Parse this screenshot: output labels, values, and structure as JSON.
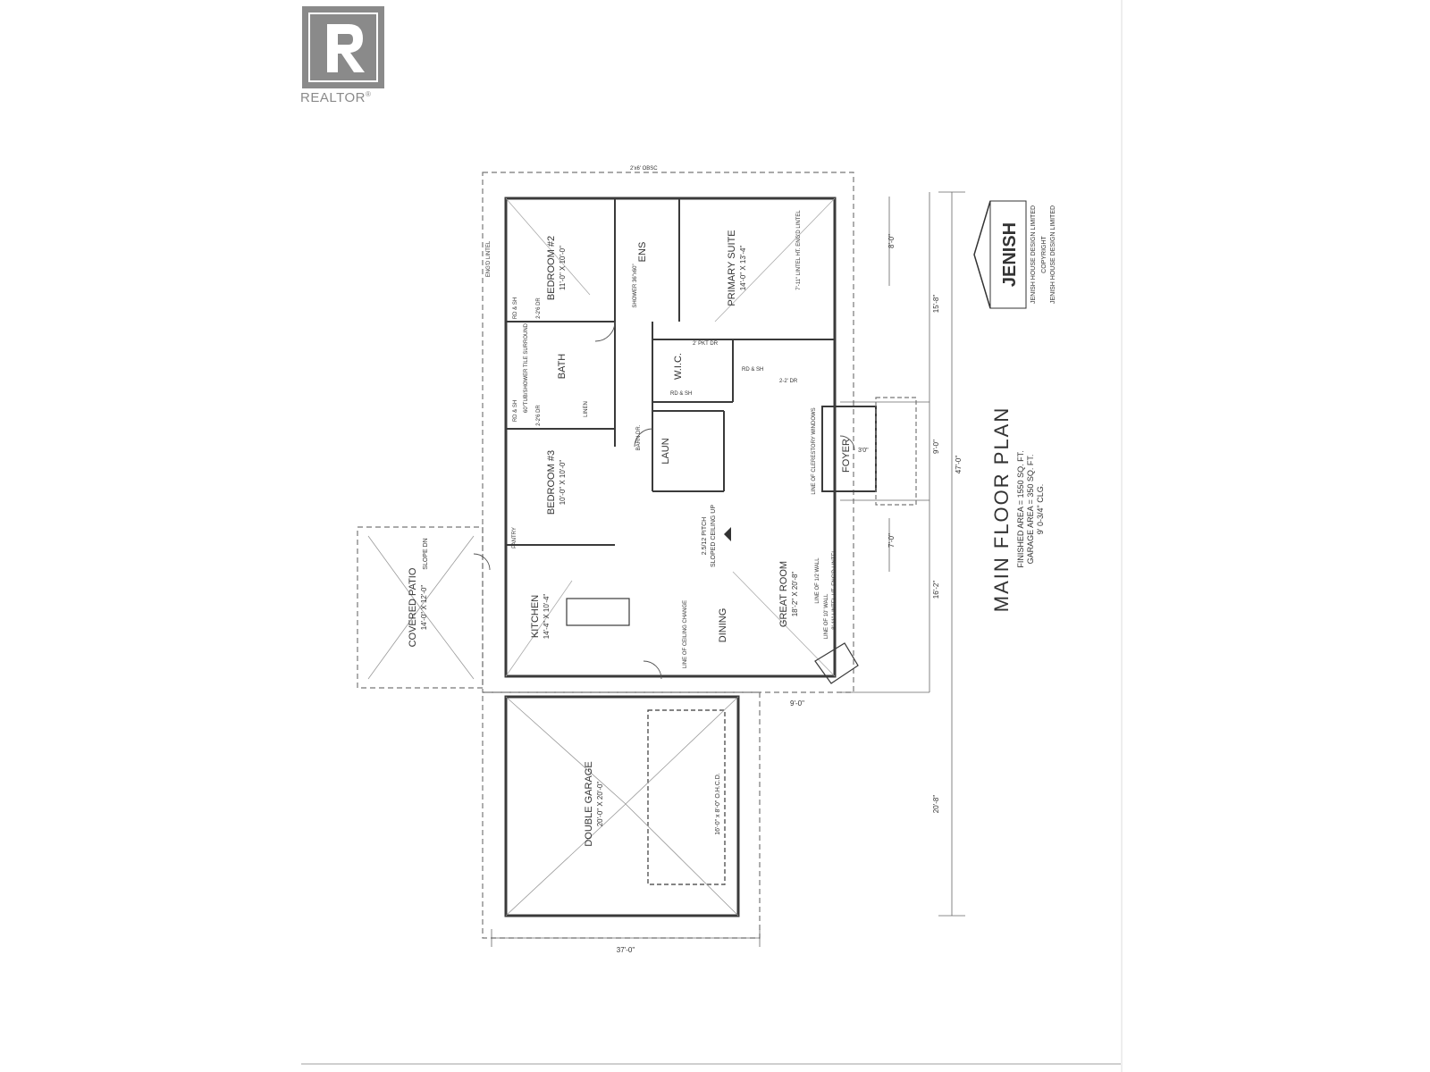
{
  "logo": {
    "wordmark": "REALTOR",
    "registered_mark": "®",
    "letter": "R"
  },
  "plan_title": "MAIN FLOOR PLAN",
  "plan_notes": {
    "finished_area": "FINISHED AREA = 1550 SQ. FT.",
    "garage_area": "GARAGE AREA = 350 SQ. FT.",
    "ceiling": "9' 0-3/4\" CLG."
  },
  "designer": {
    "brand": "JENISH",
    "name": "JENISH HOUSE DESIGN LIMITED",
    "copyright_label": "COPYRIGHT",
    "copyright_holder": "JENISH HOUSE DESIGN LIMITED"
  },
  "rooms": {
    "bedroom2": {
      "name": "BEDROOM #2",
      "size": "11'-0\" X 10'-0\""
    },
    "primary_suite": {
      "name": "PRIMARY SUITE",
      "size": "14'-0\" X 13'-4\""
    },
    "ensuite": {
      "name": "ENS"
    },
    "bath": {
      "name": "BATH"
    },
    "wic": {
      "name": "W.I.C."
    },
    "bedroom3": {
      "name": "BEDROOM #3",
      "size": "10'-0\" X 10'-0\""
    },
    "laundry": {
      "name": "LAUN"
    },
    "foyer": {
      "name": "FOYER"
    },
    "kitchen": {
      "name": "KITCHEN",
      "size": "14'-4\" X 10'-4\""
    },
    "dining": {
      "name": "DINING"
    },
    "great_room": {
      "name": "GREAT ROOM",
      "size": "18'-2\" X 20'-8\""
    },
    "covered_patio": {
      "name": "COVERED PATIO",
      "size": "14'-0\" X 12'-0\""
    },
    "double_garage": {
      "name": "DOUBLE GARAGE",
      "size": "20'-0\" X 20'-0\""
    }
  },
  "annotations": {
    "sloped_ceiling": "SLOPED CEILING UP",
    "pitch": "2.5/12 PITCH",
    "slope_dn": "SLOPE DN",
    "pantry": "PANTRY",
    "linen": "LINEN",
    "barn_dr": "BARN DR.",
    "ceiling_change": "LINE OF CEILING CHANGE",
    "clerestory": "LINE OF CLERESTORY WINDOWS",
    "half_wall": "LINE OF 1/2 WALL",
    "ten_ft_wall": "LINE OF 10' WALL",
    "tile_surround": "60\"TUB/SHOWER TILE SURROUND",
    "shower": "SHOWER 36\"x60\"",
    "garage_door": "16'-0\" x 8'-0\" O.H.C.D.",
    "pkt_dr": "2' PKT DR",
    "rd_sh": "RD & SH",
    "dr_22": "2-2' DR",
    "dr_26": "2-2'6 DR",
    "obsc": "2'x6' OBSC",
    "lintel_1": "7'-11\" LINTEL HT. ENG'D LINTEL",
    "lintel_2": "8'-11\" LINTEL HT. ENG'D LINTEL",
    "engd_lintel": "ENG'D LINTEL"
  },
  "dimensions": {
    "overall_right": "47'-0\"",
    "right_1": "15'-8\"",
    "right_2": "9'-0\"",
    "right_3": "16'-2\"",
    "right_4": "20'-8\"",
    "inner_1": "8'-0\"",
    "inner_2": "7'-0\"",
    "bottom": "37'-0\"",
    "porch": "9'-0\"",
    "foyer_door": "3'0\""
  }
}
